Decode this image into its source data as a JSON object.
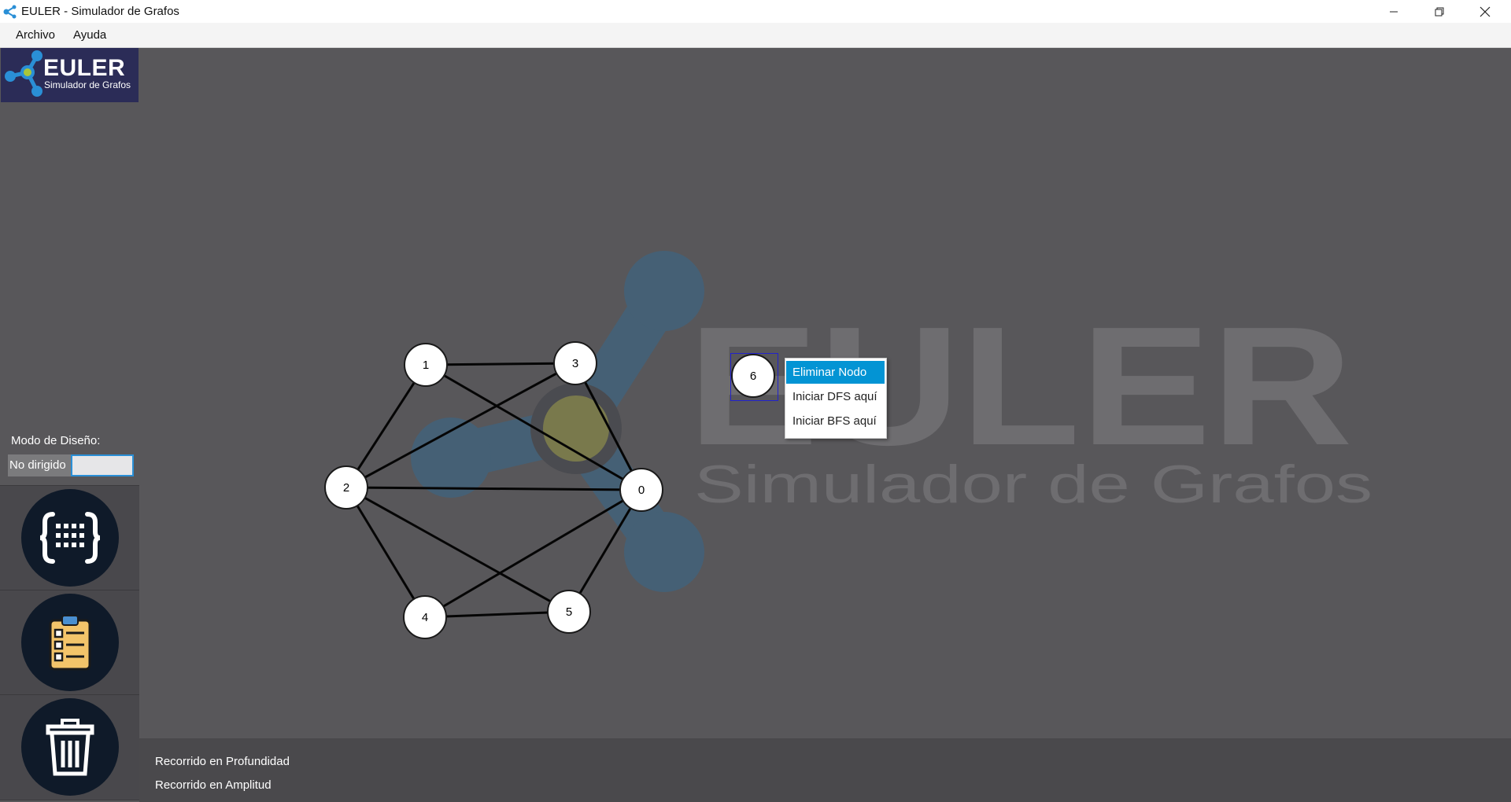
{
  "window": {
    "title": "EULER - Simulador de Grafos",
    "minimize_icon": "minimize-icon",
    "restore_icon": "restore-icon",
    "close_icon": "close-icon"
  },
  "menu": {
    "items": [
      "Archivo",
      "Ayuda"
    ]
  },
  "logo": {
    "title": "EULER",
    "subtitle": "Simulador de Grafos"
  },
  "watermark": {
    "title": "EULER",
    "subtitle": "Simulador de Grafos"
  },
  "sidebar": {
    "mode_label": "Modo de Diseño:",
    "mode_value": "No dirigido",
    "tools": [
      {
        "icon": "matrix-braces-icon"
      },
      {
        "icon": "clipboard-checklist-icon"
      },
      {
        "icon": "trash-icon"
      }
    ]
  },
  "graph": {
    "nodes": [
      "0",
      "1",
      "2",
      "3",
      "4",
      "5",
      "6"
    ],
    "edges": [
      [
        "1",
        "3"
      ],
      [
        "1",
        "2"
      ],
      [
        "1",
        "0"
      ],
      [
        "3",
        "2"
      ],
      [
        "3",
        "0"
      ],
      [
        "2",
        "0"
      ],
      [
        "2",
        "4"
      ],
      [
        "2",
        "5"
      ],
      [
        "4",
        "5"
      ],
      [
        "4",
        "0"
      ],
      [
        "5",
        "0"
      ]
    ],
    "selected_node": "6"
  },
  "context_menu": {
    "items": [
      "Eliminar Nodo",
      "Iniciar DFS aquí",
      "Iniciar BFS aquí"
    ],
    "active_index": 0
  },
  "footer": {
    "dfs_label": "Recorrido en Profundidad",
    "bfs_label": "Recorrido en Amplitud"
  },
  "colors": {
    "accent": "#0394d4",
    "background": "#58575a",
    "logo_bg": "#2b2c57",
    "tool_button": "#0f1a29",
    "watermark_node": "#3d6b86",
    "watermark_center": "#7f8046"
  }
}
